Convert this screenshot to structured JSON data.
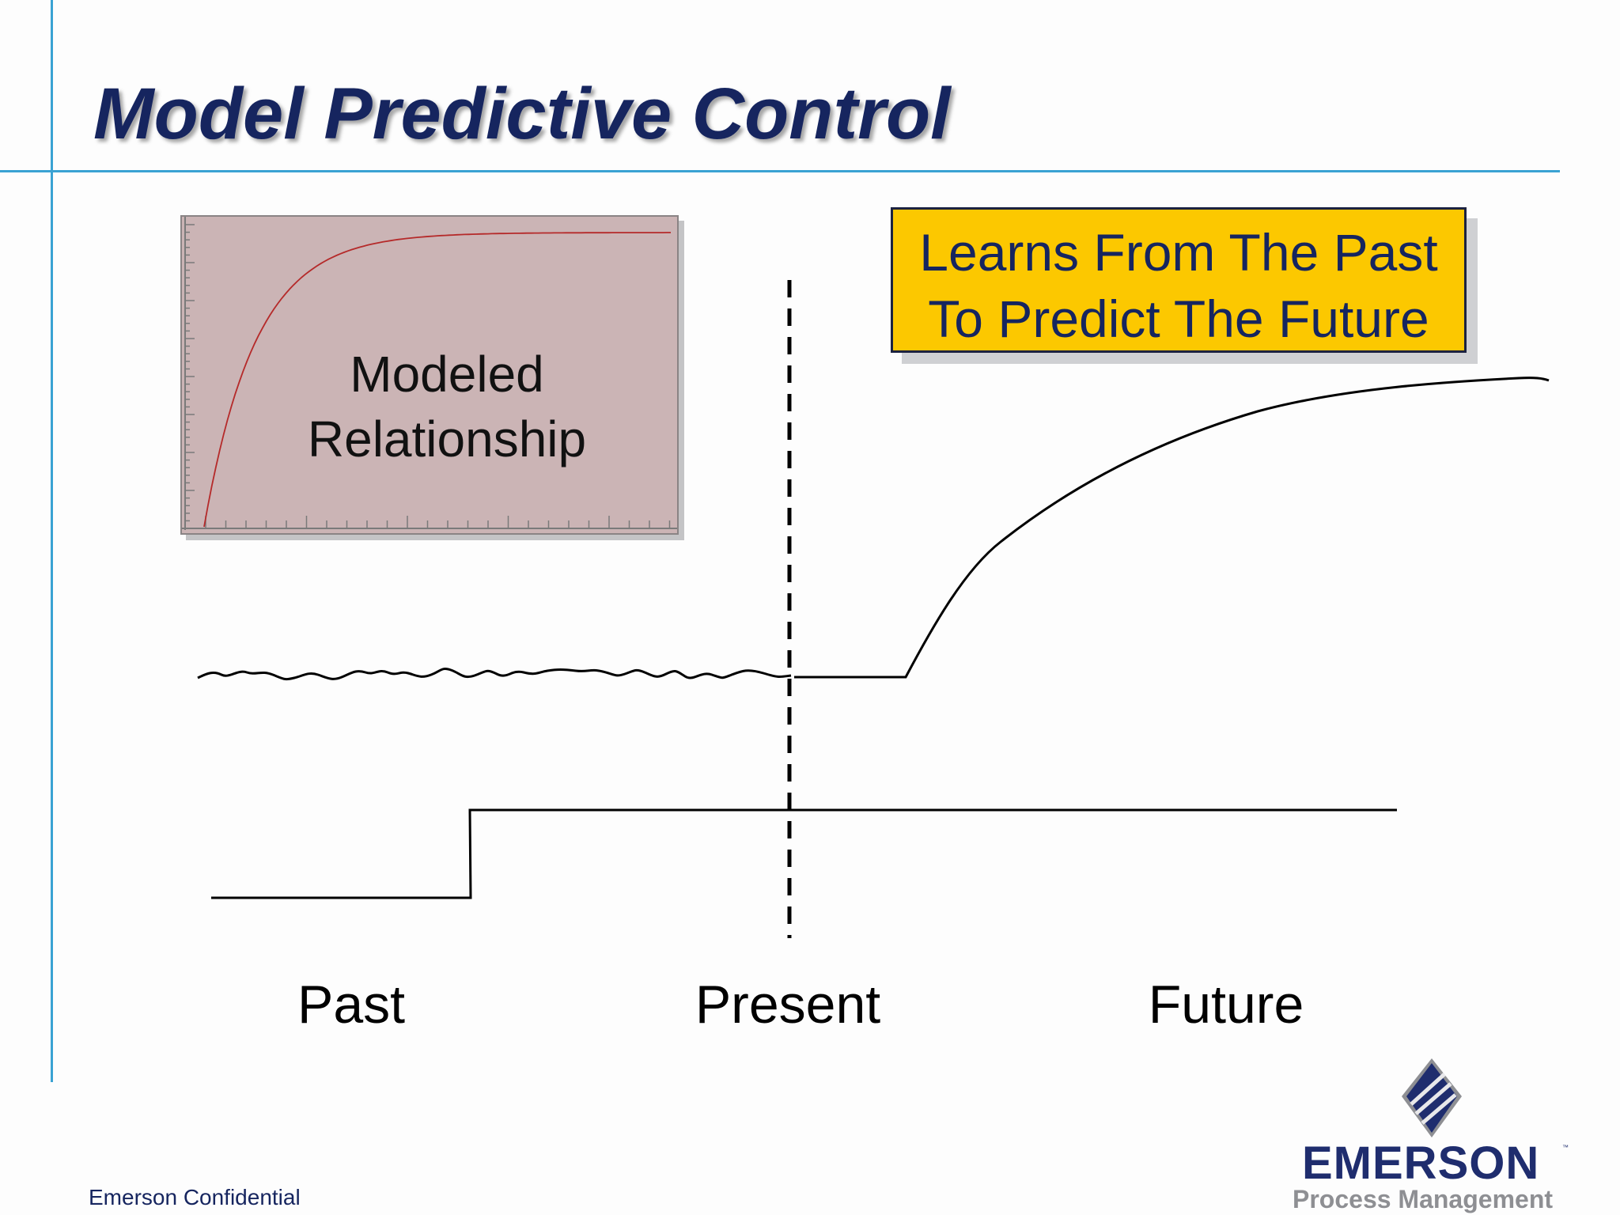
{
  "slide": {
    "title": "Model Predictive Control"
  },
  "model_box": {
    "label_line1": "Modeled",
    "label_line2": "Relationship",
    "background_color": "#cbb4b5",
    "curve_color": "#b52a2a"
  },
  "callout": {
    "line1": "Learns From The Past",
    "line2": "To Predict The Future",
    "background_color": "#fcc800"
  },
  "timeline": {
    "past_label": "Past",
    "present_label": "Present",
    "future_label": "Future"
  },
  "footer": {
    "confidential": "Emerson Confidential",
    "logo_name": "EMERSON",
    "logo_tm": "™",
    "logo_division": "Process Management"
  },
  "colors": {
    "title": "#16255f",
    "accent_lines": "#3aa2d3",
    "logo_blue": "#1f2d6e",
    "logo_gray": "#8e8f93"
  }
}
